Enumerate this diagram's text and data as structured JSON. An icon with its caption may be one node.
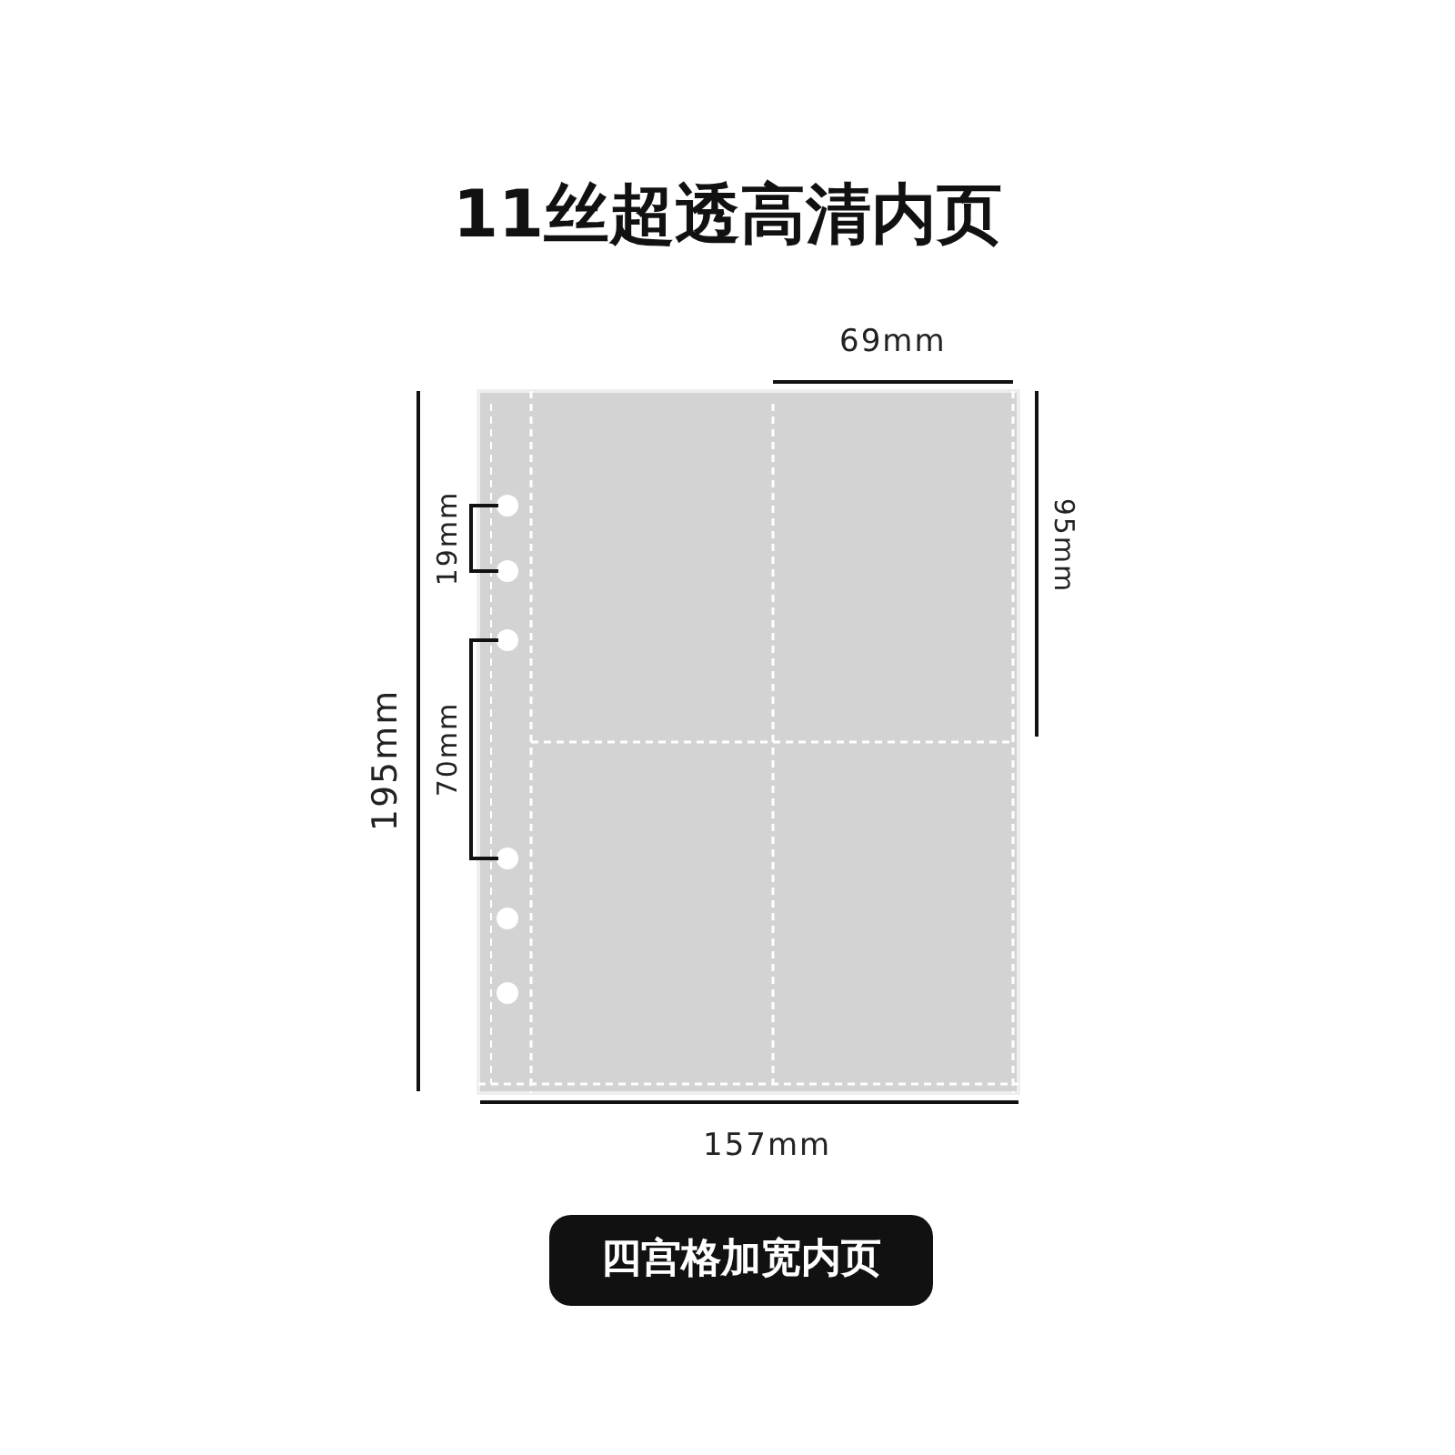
{
  "diagram": {
    "title": "11丝超透高清内页",
    "caption": "四宫格加宽内页",
    "labels": [
      "69mm",
      "95mm",
      "19mm",
      "70mm",
      "195mm",
      "157mm"
    ]
  }
}
